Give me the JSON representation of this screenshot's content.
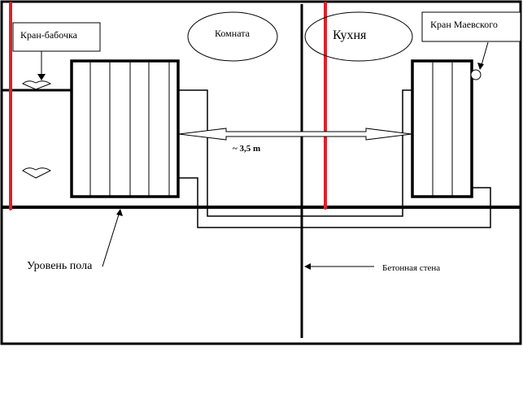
{
  "labels": {
    "butterfly_valve": "Кран-бабочка",
    "room": "Комната",
    "kitchen": "Кухня",
    "mayevsky_valve": "Кран Маевского",
    "distance": "~ 3,5 m",
    "floor_level": "Уровень пола",
    "concrete_wall": "Бетонная стена"
  },
  "colors": {
    "line": "#000000",
    "red_riser": "#e0202a",
    "background": "#ffffff"
  }
}
